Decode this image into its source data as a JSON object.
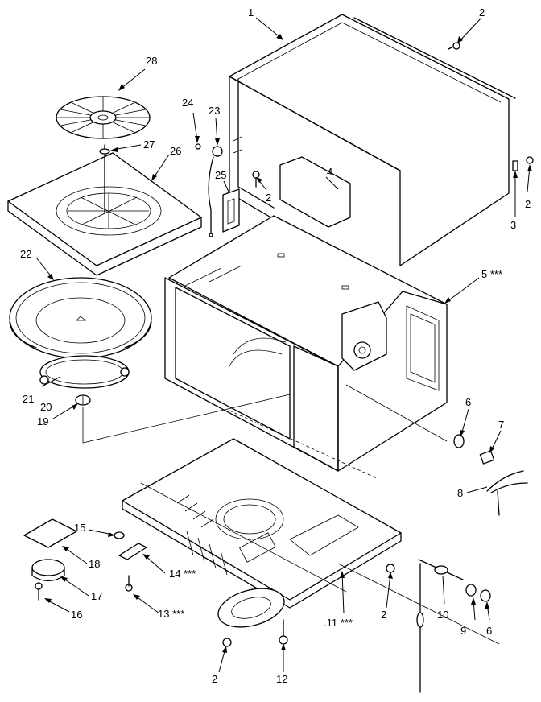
{
  "diagram": {
    "callouts": [
      {
        "id": "c1",
        "text": "1"
      },
      {
        "id": "c2a",
        "text": "2"
      },
      {
        "id": "c2b",
        "text": "2"
      },
      {
        "id": "c2c",
        "text": "2"
      },
      {
        "id": "c2d",
        "text": "2"
      },
      {
        "id": "c2e",
        "text": "2"
      },
      {
        "id": "c3",
        "text": "3"
      },
      {
        "id": "c4",
        "text": "4"
      },
      {
        "id": "c5",
        "text": "5 ***"
      },
      {
        "id": "c6a",
        "text": "6"
      },
      {
        "id": "c6b",
        "text": "6"
      },
      {
        "id": "c7",
        "text": "7"
      },
      {
        "id": "c8",
        "text": "8"
      },
      {
        "id": "c9",
        "text": "9"
      },
      {
        "id": "c10",
        "text": "10"
      },
      {
        "id": "c11",
        "text": ".11 ***"
      },
      {
        "id": "c12",
        "text": "12"
      },
      {
        "id": "c13",
        "text": "13 ***"
      },
      {
        "id": "c14",
        "text": "14 ***"
      },
      {
        "id": "c15",
        "text": "15"
      },
      {
        "id": "c16",
        "text": "16"
      },
      {
        "id": "c17",
        "text": "17"
      },
      {
        "id": "c18",
        "text": "18"
      },
      {
        "id": "c19",
        "text": "19"
      },
      {
        "id": "c20",
        "text": "20"
      },
      {
        "id": "c21",
        "text": "21"
      },
      {
        "id": "c22",
        "text": "22"
      },
      {
        "id": "c23",
        "text": "23"
      },
      {
        "id": "c24",
        "text": "24"
      },
      {
        "id": "c25",
        "text": "25"
      },
      {
        "id": "c26",
        "text": "26"
      },
      {
        "id": "c27",
        "text": "27"
      },
      {
        "id": "c28",
        "text": "28"
      }
    ]
  }
}
